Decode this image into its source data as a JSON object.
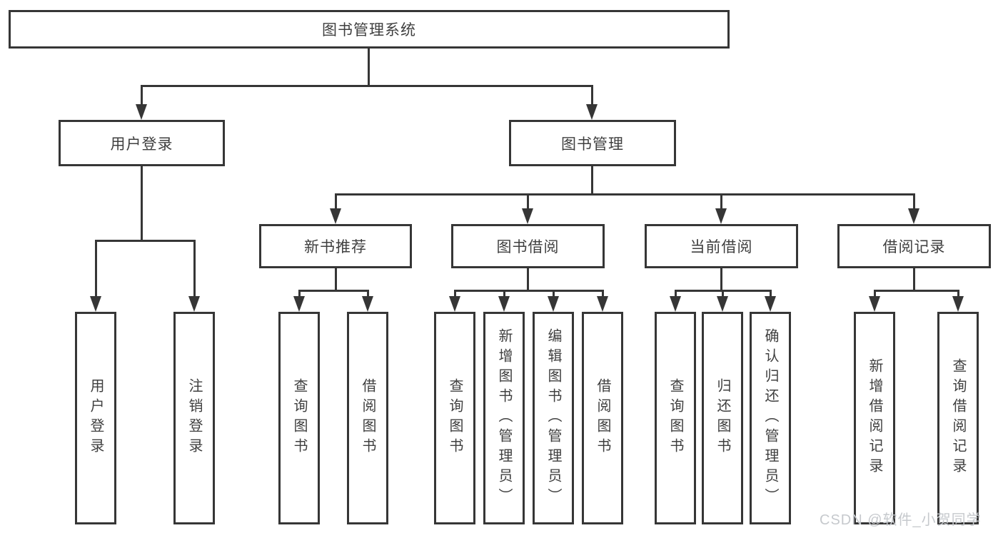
{
  "diagram": {
    "title": "图书管理系统",
    "root": {
      "label": "图书管理系统"
    },
    "branches": [
      {
        "label": "用户登录",
        "leaves": [
          {
            "label": "用户登录"
          },
          {
            "label": "注销登录"
          }
        ]
      },
      {
        "label": "图书管理",
        "groups": [
          {
            "label": "新书推荐",
            "leaves": [
              {
                "label": "查询图书"
              },
              {
                "label": "借阅图书"
              }
            ]
          },
          {
            "label": "图书借阅",
            "leaves": [
              {
                "label": "查询图书"
              },
              {
                "label": "新增图书（管理员）"
              },
              {
                "label": "编辑图书（管理员）"
              },
              {
                "label": "借阅图书"
              }
            ]
          },
          {
            "label": "当前借阅",
            "leaves": [
              {
                "label": "查询图书"
              },
              {
                "label": "归还图书"
              },
              {
                "label": "确认归还（管理员）"
              }
            ]
          },
          {
            "label": "借阅记录",
            "leaves": [
              {
                "label": "新增借阅记录"
              },
              {
                "label": "查询借阅记录"
              }
            ]
          }
        ]
      }
    ],
    "watermark": "CSDN @软件_小贺同学",
    "colors": {
      "line": "#363636",
      "text": "#3f3f3f",
      "watermark": "#c6c9cd",
      "background": "#ffffff"
    }
  }
}
